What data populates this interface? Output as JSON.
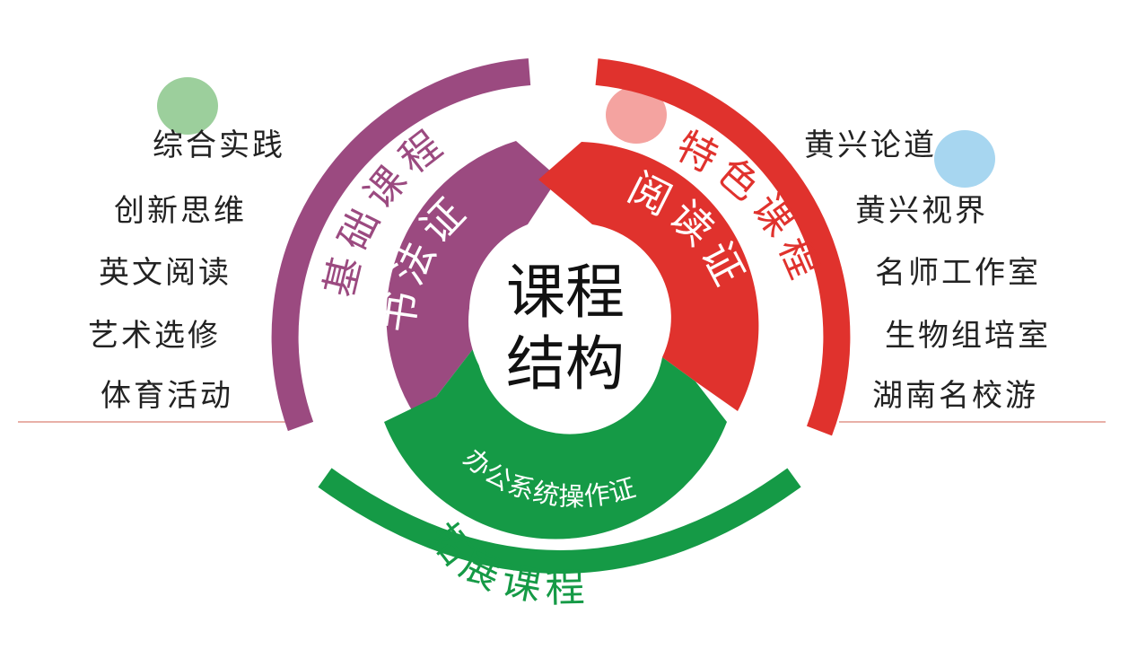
{
  "center": {
    "line1": "课程",
    "line2": "结构"
  },
  "outer_arcs": {
    "basic": "基础课程",
    "special": "特色课程",
    "extended": "拓展课程"
  },
  "inner_segments": {
    "calligraphy": "书法证",
    "reading": "阅读证",
    "office": "办公系统操作证"
  },
  "left_list": [
    "综合实践",
    "创新思维",
    "英文阅读",
    "艺术选修",
    "体育活动"
  ],
  "right_list": [
    "黄兴论道",
    "黄兴视界",
    "名师工作室",
    "生物组培室",
    "湖南名校游"
  ],
  "colors": {
    "purple": "#9b4a80",
    "red": "#e0322d",
    "green": "#159a46",
    "dot_green": "#9ccf9c",
    "dot_pink": "#f4a3a0",
    "dot_blue": "#a7d6f0",
    "rule_line": "#e8b0a8"
  }
}
